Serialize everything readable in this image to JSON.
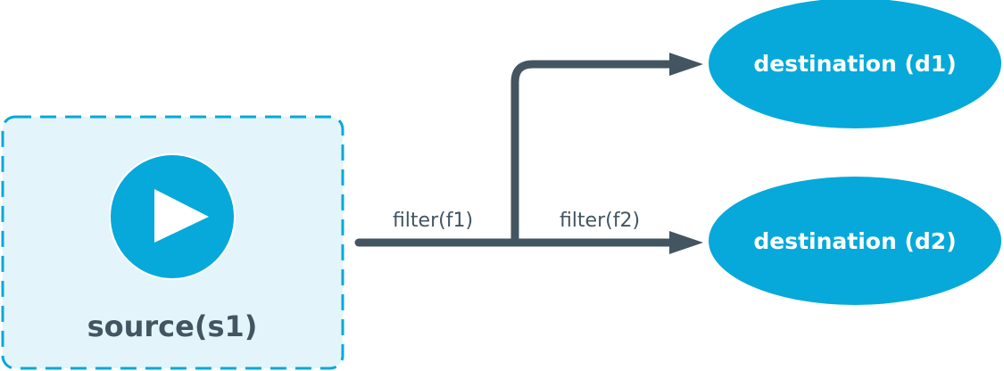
{
  "diagram": {
    "source": {
      "label": "source(s1)",
      "icon": "play-icon"
    },
    "edges": [
      {
        "label": "filter(f1)",
        "from": "source",
        "to": "junction"
      },
      {
        "label": "filter(f2)",
        "from": "junction",
        "to": "destination-d2"
      },
      {
        "label": "",
        "from": "junction",
        "to": "destination-d1"
      }
    ],
    "destinations": [
      {
        "id": "d1",
        "label": "destination (d1)"
      },
      {
        "id": "d2",
        "label": "destination (d2)"
      }
    ],
    "colors": {
      "accent": "#06A9DA",
      "source_fill": "#E3F5FB",
      "line": "#435561",
      "text_dark": "#435561",
      "text_light": "#FFFFFF"
    }
  }
}
